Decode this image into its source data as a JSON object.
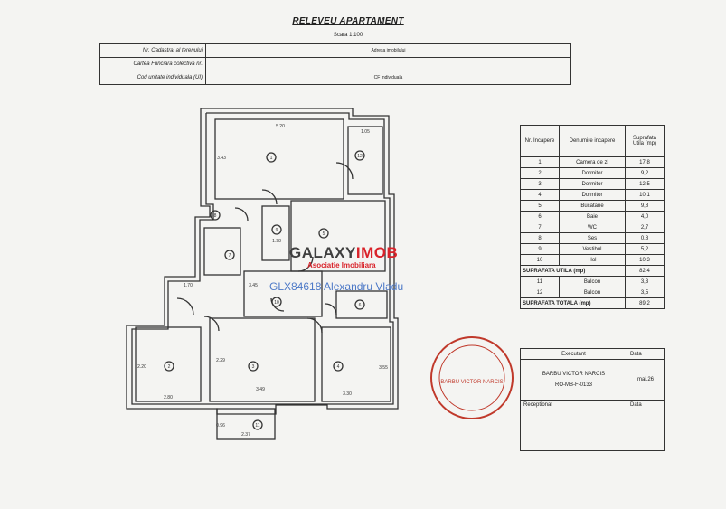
{
  "document": {
    "title": "RELEVEU APARTAMENT",
    "scale": "Scara 1:100"
  },
  "header_table": {
    "rows": [
      {
        "label": "Nr. Cadastral al terenului",
        "value": "Adresa imobilului"
      },
      {
        "label": "Cartea Funciara colectiva nr.",
        "value": ""
      },
      {
        "label": "Cod unitate individuala (UI)",
        "value": "CF individuala"
      }
    ]
  },
  "plan": {
    "dimensions": [
      "5.20",
      "1.05",
      "3.43",
      "1.70",
      "3.45",
      "2.20",
      "2.80",
      "3.49",
      "3.30",
      "2.29",
      "3.55",
      "1.98",
      "2.37",
      "0.96"
    ],
    "room_numbers": [
      "1",
      "2",
      "3",
      "4",
      "5",
      "6",
      "7",
      "8",
      "9",
      "10",
      "11",
      "12"
    ]
  },
  "brand": {
    "name_part1": "GALAXY",
    "name_part2": "IMOB",
    "tagline": "Asociatie Imobiliara",
    "watermark": "GLX84618 Alexandru Vladu"
  },
  "rooms_table": {
    "headers": [
      "Nr. Incapere",
      "Denumire incapere",
      "Suprafata Utila (mp)"
    ],
    "rows": [
      {
        "nr": "1",
        "name": "Camera de zi",
        "area": "17,8"
      },
      {
        "nr": "2",
        "name": "Dormitor",
        "area": "9,2"
      },
      {
        "nr": "3",
        "name": "Dormitor",
        "area": "12,5"
      },
      {
        "nr": "4",
        "name": "Dormitor",
        "area": "10,1"
      },
      {
        "nr": "5",
        "name": "Bucatarie",
        "area": "9,8"
      },
      {
        "nr": "6",
        "name": "Baie",
        "area": "4,0"
      },
      {
        "nr": "7",
        "name": "WC",
        "area": "2,7"
      },
      {
        "nr": "8",
        "name": "Ses",
        "area": "0,8"
      },
      {
        "nr": "9",
        "name": "Vestibul",
        "area": "5,2"
      },
      {
        "nr": "10",
        "name": "Hol",
        "area": "10,3"
      }
    ],
    "useful_label": "SUPRAFATA UTILA (mp)",
    "useful_value": "82,4",
    "balconies": [
      {
        "nr": "11",
        "name": "Balcon",
        "area": "3,3"
      },
      {
        "nr": "12",
        "name": "Balcon",
        "area": "3,5"
      }
    ],
    "total_label": "SUPRAFATA TOTALA (mp)",
    "total_value": "89,2"
  },
  "exec_table": {
    "executant_label": "Executant",
    "date_label": "Data",
    "executant_name": "BARBU VICTOR NARCIS",
    "executant_code": "RO-MB-F-0133",
    "date_value": "mai.26",
    "receptionist_label": "Receptionat",
    "receptionist_date_label": "Data"
  },
  "stamp": {
    "text": "BARBU VICTOR NARCIS",
    "color": "#c0392b"
  }
}
